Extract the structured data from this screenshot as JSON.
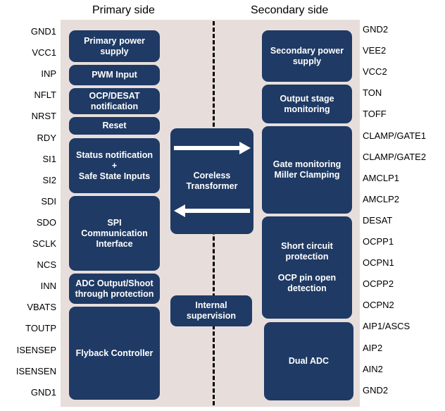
{
  "headers": {
    "primary": "Primary side",
    "secondary": "Secondary side"
  },
  "pins_left": [
    "GND1",
    "VCC1",
    "INP",
    "NFLT",
    "NRST",
    "RDY",
    "SI1",
    "SI2",
    "SDI",
    "SDO",
    "SCLK",
    "NCS",
    "INN",
    "VBATS",
    "TOUTP",
    "ISENSEP",
    "ISENSEN",
    "GND1"
  ],
  "pins_right": [
    "GND2",
    "VEE2",
    "VCC2",
    "TON",
    "TOFF",
    "CLAMP/GATE1",
    "CLAMP/GATE2",
    "AMCLP1",
    "AMCLP2",
    "DESAT",
    "OCPP1",
    "OCPN1",
    "OCPP2",
    "OCPN2",
    "AIP1/ASCS",
    "AIP2",
    "AIN2",
    "GND2"
  ],
  "blocks": {
    "primary_power": "Primary power\nsupply",
    "pwm_input": "PWM Input",
    "ocp_desat": "OCP/DESAT\nnotification",
    "reset": "Reset",
    "status": "Status notification\n+\nSafe State Inputs",
    "spi": "SPI\nCommunication\nInterface",
    "adc_output": "ADC Output/Shoot\nthrough protection",
    "flyback": "Flyback Controller",
    "coreless": "Coreless\nTransformer",
    "internal": "Internal\nsupervision",
    "secondary_power": "Secondary power\nsupply",
    "output_stage": "Output stage\nmonitoring",
    "gate_monitoring": "Gate monitoring\nMiller Clamping",
    "short_circuit": "Short circuit\nprotection\n\nOCP pin open\ndetection",
    "dual_adc": "Dual ADC"
  },
  "colors": {
    "block": "#1f3a64",
    "panel": "#e7dedc",
    "arrow": "#ffffff"
  }
}
